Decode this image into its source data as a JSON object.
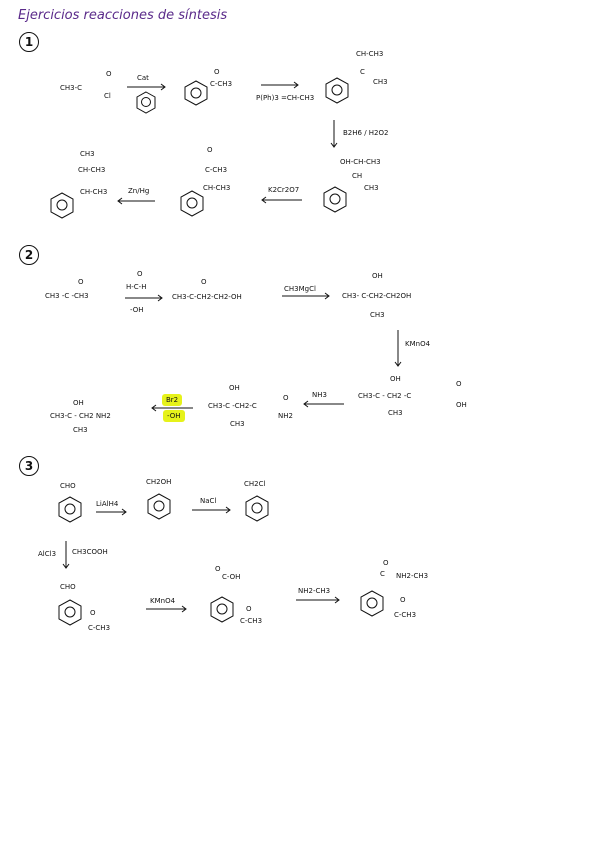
{
  "title": "Ejercicios reacciones de síntesis",
  "sections": [
    "1",
    "2",
    "3"
  ],
  "s1": {
    "r1": "CH3-C",
    "r1_o": "O",
    "r1_cl": "Cl",
    "reag1": "Cat",
    "p1": "C-CH3",
    "p1_o": "O",
    "reag2": "P(Ph)3 =CH-CH3",
    "p2a": "CH-CH3",
    "p2b": "C",
    "p2c": "CH3",
    "reag3": "B2H6 / H2O2",
    "p3a": "OH-CH-CH3",
    "p3b": "CH",
    "p3c": "CH3",
    "reag4": "K2Cr2O7",
    "p4o": "O",
    "p4a": "C-CH3",
    "p4b": "CH-CH3",
    "reag5": "Zn/Hg",
    "p5a": "CH3",
    "p5b": "CH-CH3",
    "p5c": "CH-CH3"
  },
  "s2": {
    "r1": "CH3 -C -CH3",
    "r1_o": "O",
    "reag1a": "H-C-H",
    "reag1o": "O",
    "reag1b": "-OH",
    "p1": "CH3-C-CH2-CH2-OH",
    "p1_o": "O",
    "reag2": "CH3MgCl",
    "p2": "CH3- C-CH2-CH2OH",
    "p2_oh": "OH",
    "p2_ch3": "CH3",
    "reag3": "KMnO4",
    "p3": "CH3-C - CH2 -C",
    "p3_oh": "OH",
    "p3_ch3": "CH3",
    "p3_o": "O",
    "p3_oh2": "OH",
    "reag4": "NH3",
    "p4": "CH3-C -CH2-C",
    "p4_oh": "OH",
    "p4_ch3": "CH3",
    "p4_o": "O",
    "p4_nh2": "NH2",
    "reag5a": "Br2",
    "reag5b": "-OH",
    "p5": "CH3-C - CH2 NH2",
    "p5_oh": "OH",
    "p5_ch3": "CH3"
  },
  "s3": {
    "r1": "CHO",
    "reag1": "LiAlH4",
    "p1": "CH2OH",
    "reag2": "NaCl",
    "p2": "CH2Cl",
    "reag3a": "AlCl3",
    "reag3b": "CH3COOH",
    "p3a": "CHO",
    "p3b": "C-CH3",
    "p3_o": "O",
    "reag4": "KMnO4",
    "p4a": "C-OH",
    "p4_o": "O",
    "p4b": "C-CH3",
    "p4_o2": "O",
    "reag5": "NH2-CH3",
    "p5a": "C",
    "p5_o": "O",
    "p5_n": "NH2-CH3",
    "p5b": "C-CH3",
    "p5_o2": "O"
  }
}
